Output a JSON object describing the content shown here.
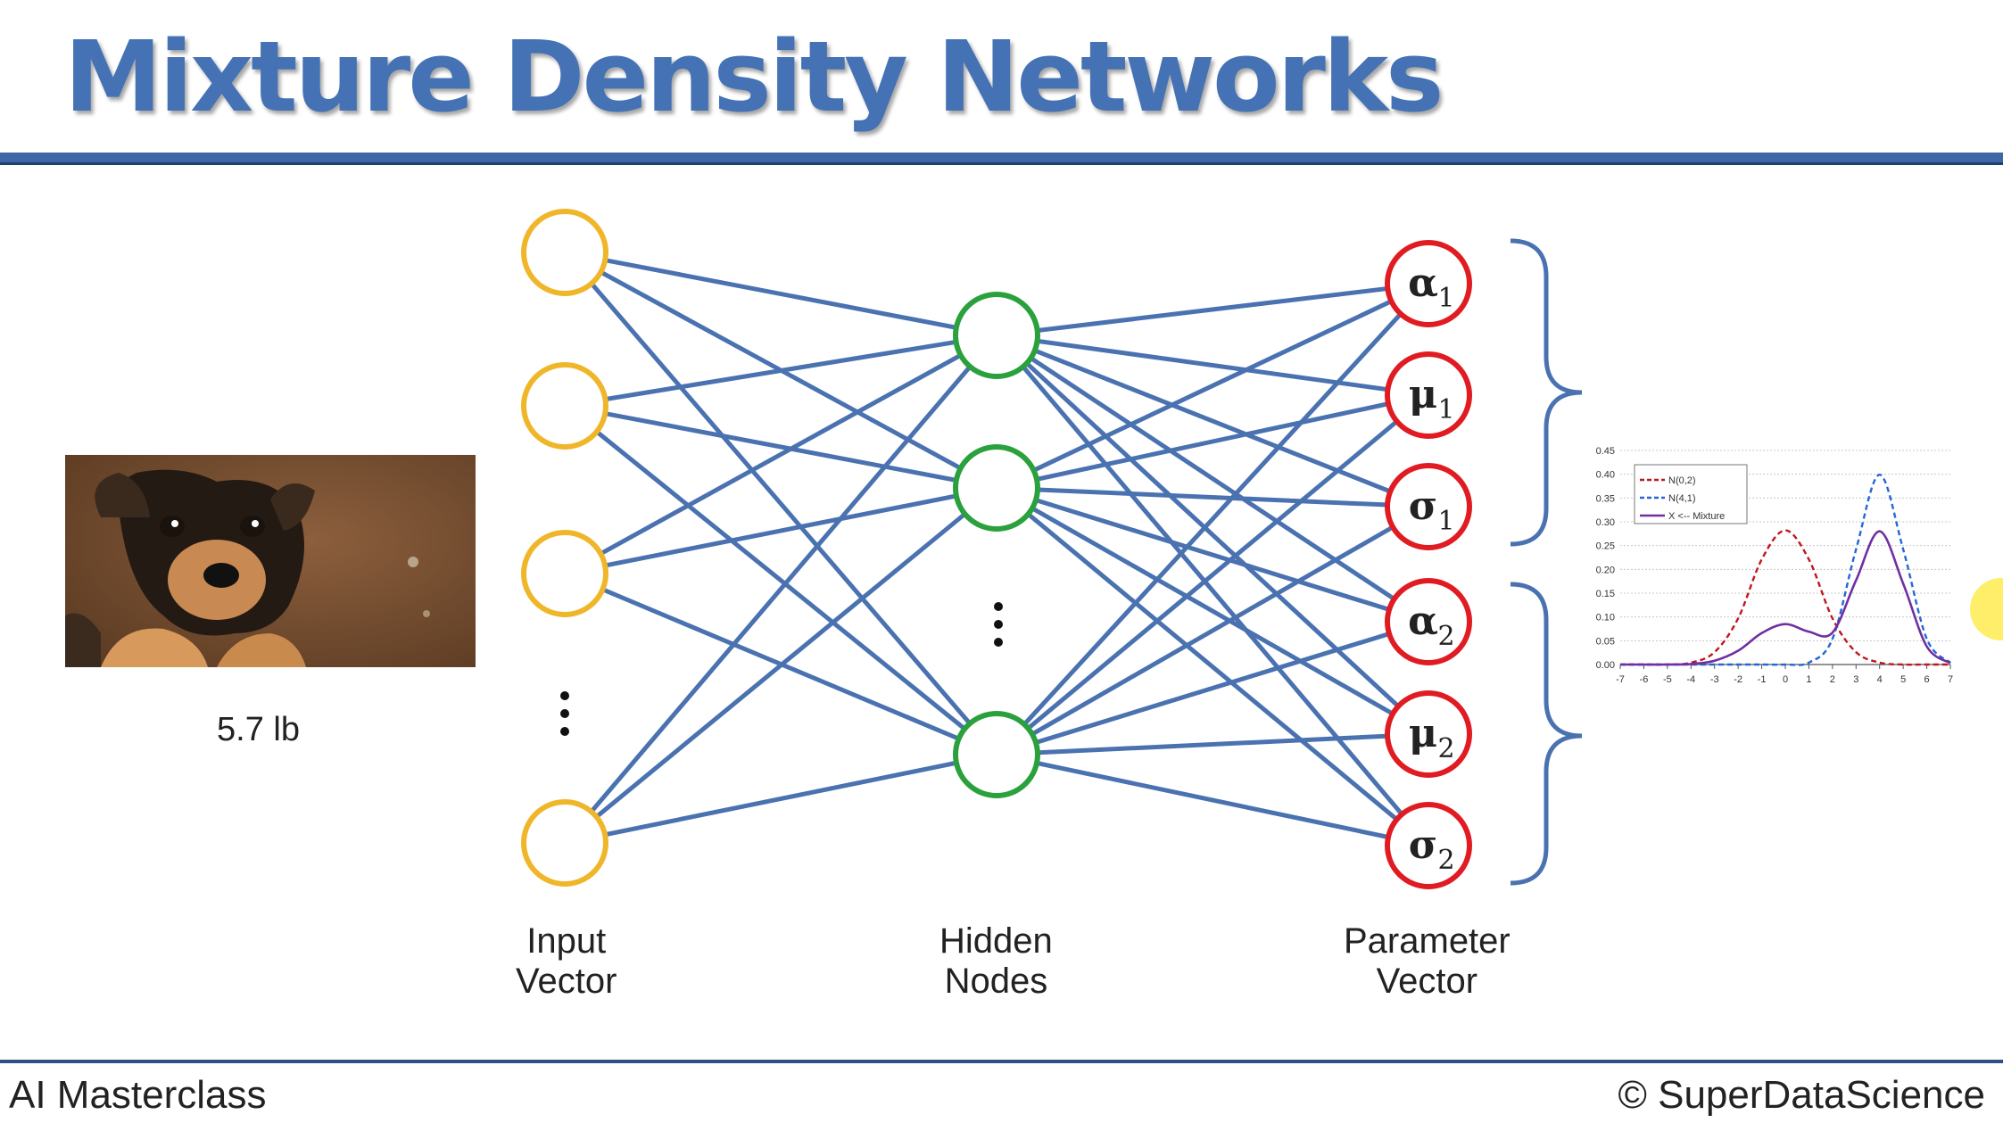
{
  "slide": {
    "title": "Mixture Density Networks",
    "footer_left": "AI Masterclass",
    "footer_right": "© SuperDataScience"
  },
  "photo": {
    "caption": "5.7 lb"
  },
  "labels": {
    "input": [
      "Input",
      "Vector"
    ],
    "hidden": [
      "Hidden",
      "Nodes"
    ],
    "parameter": [
      "Parameter",
      "Vector"
    ]
  },
  "parameter_nodes": [
    {
      "symbol": "α",
      "sub": "1"
    },
    {
      "symbol": "μ",
      "sub": "1"
    },
    {
      "symbol": "σ",
      "sub": "1"
    },
    {
      "symbol": "α",
      "sub": "2"
    },
    {
      "symbol": "μ",
      "sub": "2"
    },
    {
      "symbol": "σ",
      "sub": "2"
    }
  ],
  "colors": {
    "title": "#4472b4",
    "edge": "#4a72b0",
    "input_node": "#f0b62a",
    "hidden_node": "#2aa13d",
    "param_node": "#e01b22",
    "rule": "#3e67a6"
  },
  "chart_data": {
    "type": "line",
    "title": "",
    "xlabel": "",
    "ylabel": "",
    "x_ticks": [
      "-7",
      "-6",
      "-5",
      "-4",
      "-3",
      "-2",
      "-1",
      "0",
      "1",
      "2",
      "3",
      "4",
      "5",
      "6",
      "7"
    ],
    "y_ticks": [
      "0.00",
      "0.05",
      "0.10",
      "0.15",
      "0.20",
      "0.25",
      "0.30",
      "0.35",
      "0.40",
      "0.45"
    ],
    "xlim": [
      -7,
      7
    ],
    "ylim": [
      0,
      0.45
    ],
    "legend": [
      "N(0,2)",
      "N(4,1)",
      "X <-- Mixture"
    ],
    "legend_position": "top-left",
    "series": [
      {
        "name": "N(0,2)",
        "color": "#c0161e",
        "style": "dashed",
        "x": [
          -7,
          -6,
          -5,
          -4,
          -3,
          -2,
          -1,
          0,
          1,
          2,
          3,
          4,
          5,
          6,
          7
        ],
        "values": [
          0.0,
          0.0,
          0.0,
          0.004,
          0.026,
          0.097,
          0.221,
          0.282,
          0.221,
          0.097,
          0.026,
          0.004,
          0.0,
          0.0,
          0.0
        ]
      },
      {
        "name": "N(4,1)",
        "color": "#2466d8",
        "style": "dashed",
        "x": [
          -7,
          -6,
          -5,
          -4,
          -3,
          -2,
          -1,
          0,
          1,
          2,
          3,
          4,
          5,
          6,
          7
        ],
        "values": [
          0,
          0,
          0,
          0,
          0,
          0,
          0,
          0,
          0.004,
          0.054,
          0.242,
          0.399,
          0.242,
          0.054,
          0.004
        ]
      },
      {
        "name": "X <-- Mixture",
        "color": "#7030a0",
        "style": "solid",
        "x": [
          -7,
          -6,
          -5,
          -4,
          -3,
          -2,
          -1,
          0,
          1,
          2,
          3,
          4,
          5,
          6,
          7
        ],
        "values": [
          0,
          0,
          0,
          0.001,
          0.008,
          0.029,
          0.066,
          0.085,
          0.069,
          0.067,
          0.177,
          0.28,
          0.17,
          0.038,
          0.003
        ]
      }
    ]
  }
}
